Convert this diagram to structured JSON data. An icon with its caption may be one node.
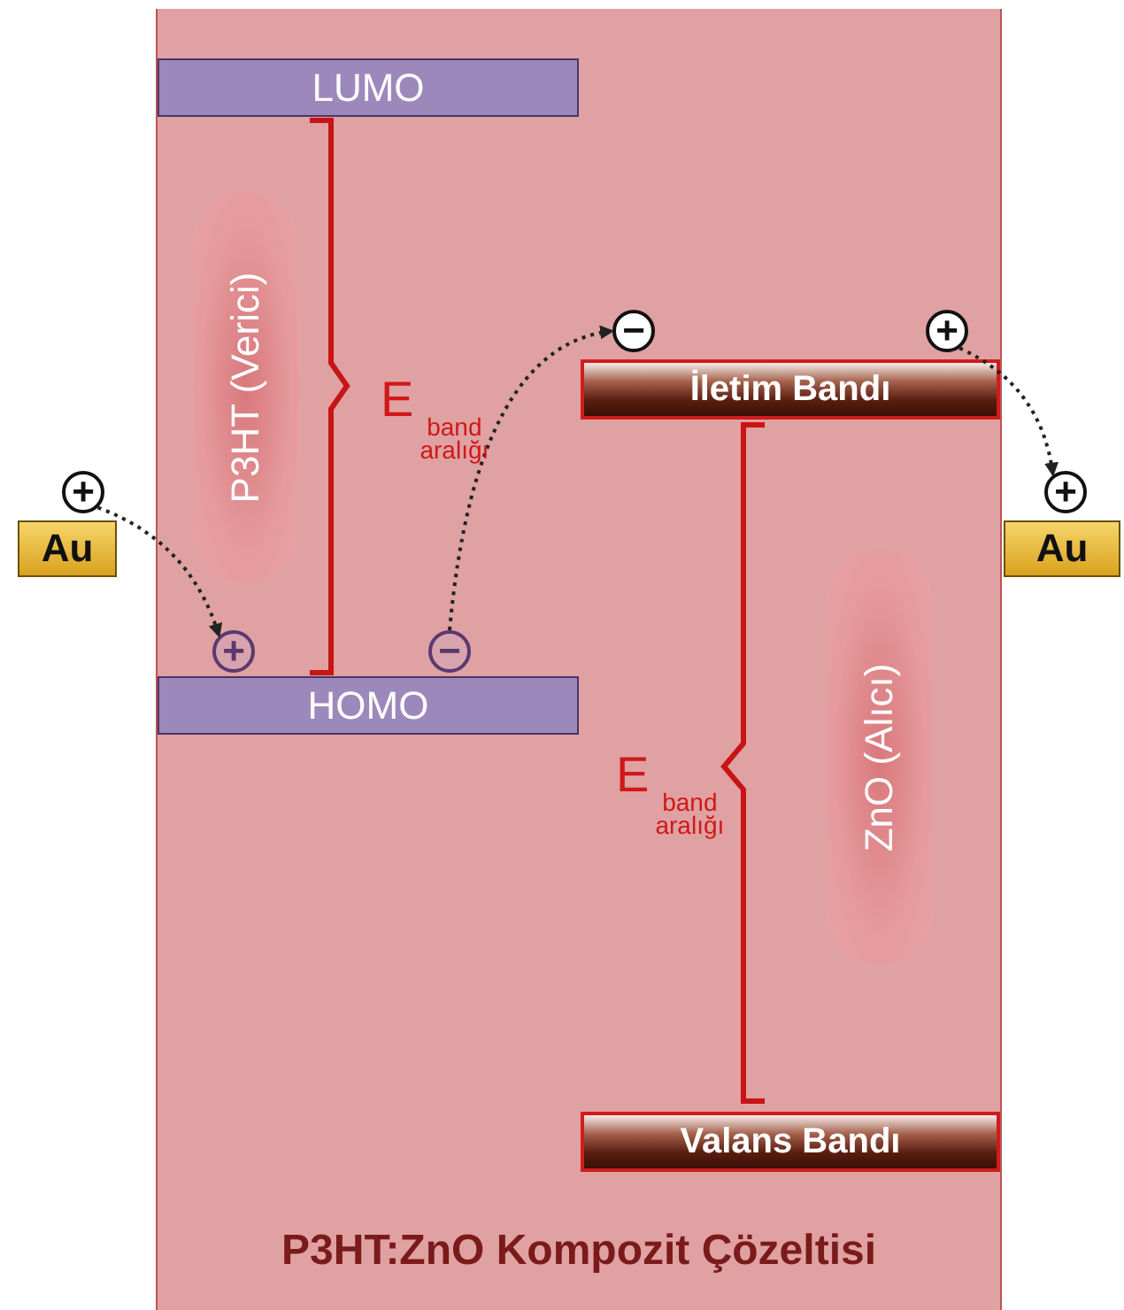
{
  "diagram": {
    "nodes": [
      {
        "text": [
          "P3HT:ZnO Kompozit Çözeltisi"
        ]
      },
      {
        "text": [
          "LUMO"
        ],
        "in": 0
      },
      {
        "text": [
          "P3HT (Verici)"
        ],
        "in": 0
      },
      {
        "text": [
          "İletim Bandı"
        ],
        "in": 0
      },
      {
        "text": [
          "+"
        ]
      },
      {
        "text": [
          "+"
        ],
        "in": 0
      },
      {
        "text": [
          "−"
        ],
        "in": 0
      },
      {
        "text": [
          "−"
        ],
        "in": 0
      },
      {
        "text": [
          "+"
        ],
        "in": 0
      },
      {
        "text": [
          "+"
        ]
      },
      {
        "text": [
          "Au"
        ]
      },
      {
        "text": [
          "Au"
        ]
      },
      {
        "text": [
          "HOMO"
        ],
        "in": 0
      },
      {
        "text": [
          "ZnO (Alıcı)"
        ],
        "in": 0
      },
      {
        "text": [
          "Valans Bandı"
        ],
        "in": 0
      }
    ],
    "edges": [
      {
        "from": 4,
        "to": 5,
        "arrow": "to",
        "style": "dashed"
      },
      {
        "from": 6,
        "to": 7,
        "arrow": "to",
        "style": "dashed"
      },
      {
        "from": 8,
        "to": 9,
        "arrow": "to",
        "style": "dashed"
      }
    ],
    "labels": [
      "E$_{band aralığı}$",
      "E$_{band aralığı}$"
    ]
  }
}
